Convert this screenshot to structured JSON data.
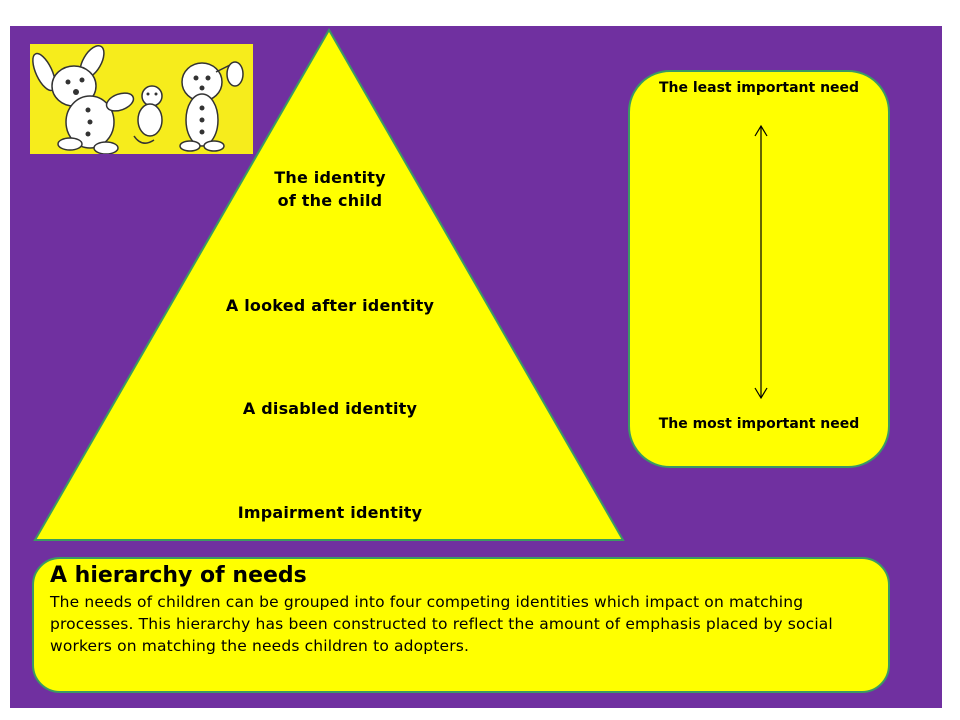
{
  "pyramid": {
    "levels": [
      {
        "label": "The identity\nof the child"
      },
      {
        "label": "A looked after identity"
      },
      {
        "label": "A disabled identity"
      },
      {
        "label": "Impairment identity"
      }
    ]
  },
  "scale": {
    "top_label": "The least important need",
    "bottom_label": "The most important need"
  },
  "caption": {
    "title": "A hierarchy of needs",
    "body": "The needs of children can be grouped into four competing identities which impact on matching processes. This hierarchy has been constructed to reflect the amount of emphasis placed by social workers on matching the needs children to adopters."
  },
  "colors": {
    "background": "#7030a0",
    "panel": "#ffff00",
    "border": "#3a9a63",
    "clipart_bg": "#f6ec1c"
  },
  "clipart": {
    "icon": "cartoon-characters-illustration"
  }
}
